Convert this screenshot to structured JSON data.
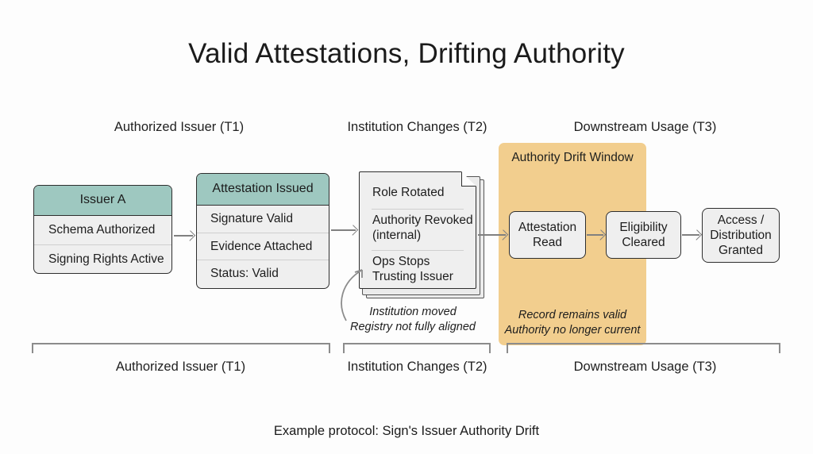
{
  "title": "Valid Attestations, Drifting Authority",
  "footer": "Example protocol: Sign's Issuer Authority Drift",
  "colors": {
    "teal_header": "#9EC8C0",
    "drift_window": "#F2CE8E",
    "box_fill": "#EFEFEF",
    "box_border": "#2E2E2E",
    "arrow": "#808080",
    "bracket": "#8C8C8C"
  },
  "phases_top": [
    {
      "label": "Authorized Issuer (T1)"
    },
    {
      "label": "Institution Changes (T2)"
    },
    {
      "label": "Downstream Usage (T3)"
    }
  ],
  "phases_bottom": [
    {
      "label": "Authorized Issuer (T1)"
    },
    {
      "label": "Institution Changes (T2)"
    },
    {
      "label": "Downstream Usage (T3)"
    }
  ],
  "cards": [
    {
      "header": "Issuer A",
      "rows": [
        "Schema Authorized",
        "Signing Rights Active"
      ]
    },
    {
      "header": "Attestation Issued",
      "rows": [
        "Signature Valid",
        "Evidence Attached",
        "Status: Valid"
      ]
    }
  ],
  "document": {
    "rows": [
      "Role Rotated",
      "Authority Revoked\n(internal)",
      "Ops Stops\nTrusting Issuer"
    ],
    "row_0": "Role Rotated",
    "row_1a": "Authority Revoked",
    "row_1b": "(internal)",
    "row_2a": "Ops Stops",
    "row_2b": "Trusting Issuer"
  },
  "annotation": {
    "line1": "Institution moved",
    "line2": "Registry not fully aligned"
  },
  "drift": {
    "title": "Authority Drift Window",
    "note_line1": "Record remains valid",
    "note_line2": "Authority no longer current"
  },
  "process_boxes": [
    {
      "line1": "Attestation",
      "line2": "Read"
    },
    {
      "line1": "Eligibility",
      "line2": "Cleared"
    },
    {
      "line1": "Access /",
      "line2": "Distribution",
      "line3": "Granted"
    }
  ]
}
